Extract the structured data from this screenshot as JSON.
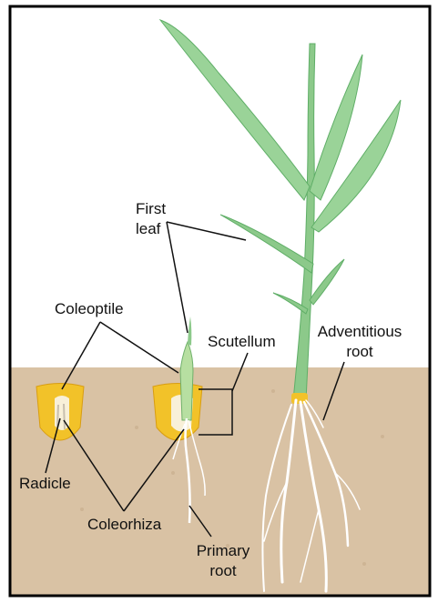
{
  "labels": {
    "first_leaf_1": "First",
    "first_leaf_2": "leaf",
    "coleoptile": "Coleoptile",
    "scutellum": "Scutellum",
    "adventitious_1": "Adventitious",
    "adventitious_2": "root",
    "radicle": "Radicle",
    "coleorhiza": "Coleorhiza",
    "primary_root_1": "Primary",
    "primary_root_2": "root"
  },
  "colors": {
    "sky": "#ffffff",
    "soil": "#d9c2a4",
    "seed": "#f2c229",
    "leaf": "#8cc98a",
    "leaf_dark": "#5fae67",
    "root": "#ffffff",
    "frame": "#000000"
  }
}
